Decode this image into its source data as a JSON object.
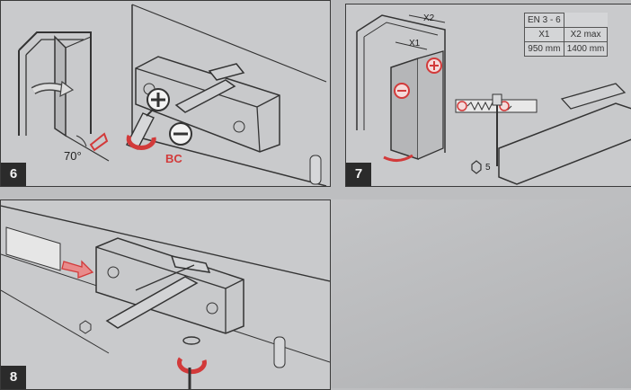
{
  "panels": {
    "p6": {
      "number": "6",
      "angle": "70°",
      "code": "BC"
    },
    "p7": {
      "number": "7",
      "x1": "X1",
      "x2": "X2",
      "screw": "5"
    },
    "p8": {
      "number": "8"
    }
  },
  "table": {
    "title": "EN 3 - 6",
    "col1": "X1",
    "col2": "X2 max",
    "val1": "950 mm",
    "val2": "1400 mm"
  },
  "colors": {
    "accent": "#d23a3a",
    "ink": "#333333"
  }
}
